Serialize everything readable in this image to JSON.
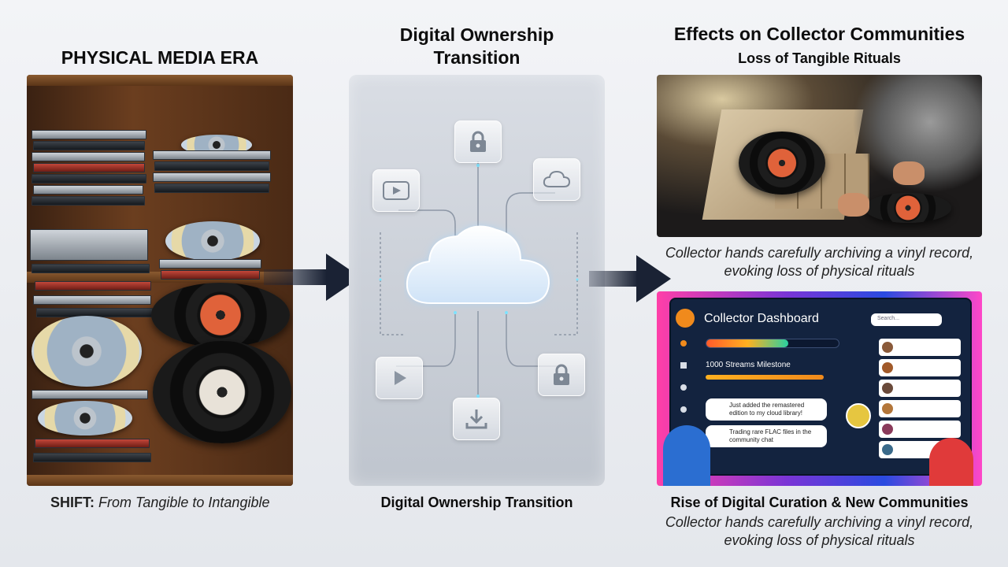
{
  "left": {
    "title": "PHYSICAL MEDIA ERA",
    "caption_bold": "SHIFT:",
    "caption_rest": " From Tangible to Intangible"
  },
  "middle": {
    "title_line1": "Digital Ownership",
    "title_line2": "Transition",
    "caption": "Digital Ownership Transition"
  },
  "right": {
    "title": "Effects on Collector Communities",
    "subtitle": "Loss of Tangible Rituals",
    "photo_caption_line1": "Collector hands carefully archiving a vinyl record,",
    "photo_caption_line2": "evoking loss of physical rituals",
    "bottom_title": "Rise of Digital Curation & New Communities",
    "bottom_caption_line1": "Collector hands carefully archiving a vinyl record,",
    "bottom_caption_line2": "evoking loss of physical rituals"
  },
  "dashboard": {
    "title": "Collector Dashboard",
    "search_placeholder": "Search...",
    "milestone": "1000 Streams Milestone",
    "chat1": "Just added the remastered edition to my cloud library!",
    "chat2": "Trading rare FLAC files in the community chat"
  },
  "colors": {
    "arrow": "#1a2234",
    "dashboard_bg": "#13233f",
    "accent_orange": "#f08a1c"
  }
}
